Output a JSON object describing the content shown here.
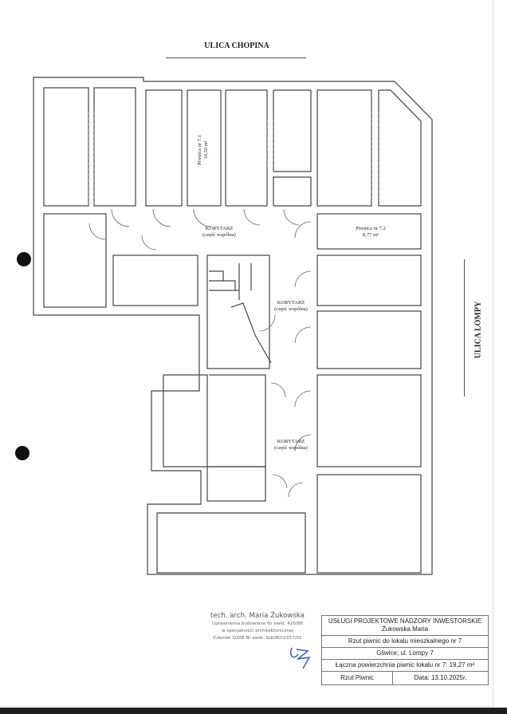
{
  "streets": {
    "top": "ULICA CHOPINA",
    "right": "ULICA LOMPY"
  },
  "rooms": {
    "cellar_7_1": {
      "name": "Piwnica nr 7.1",
      "area": "10,50 m²"
    },
    "cellar_7_2": {
      "name": "Piwnica nr 7.2",
      "area": "8,77 m²"
    },
    "corridor": {
      "name": "KORYTARZ",
      "note": "(część wspólna)"
    }
  },
  "stamp": {
    "name": "tech. arch. Maria Żukowska",
    "line1": "Uprawnienia budowlane Nr ewid. 420/88",
    "line2": "w specjalności architektonicznej",
    "line3": "Członek ŚOIIB Nr ewid. SLK/BO/2357/01"
  },
  "title_block": {
    "company": "USŁUGI PROJEKTOWE NADZORY INWESTORSKIE",
    "owner": "Żukowska  Maria",
    "title": "Rzut piwnic do lokalu mieszkalnego nr 7",
    "address": "Gliwice;  ul. Lompy 7",
    "total_area": "Łączna powierzchnia piwnic lokalu nr 7: 19,27 m²",
    "drawing": "Rzut  Piwnic",
    "date": "Data: 13.10.2025r."
  }
}
